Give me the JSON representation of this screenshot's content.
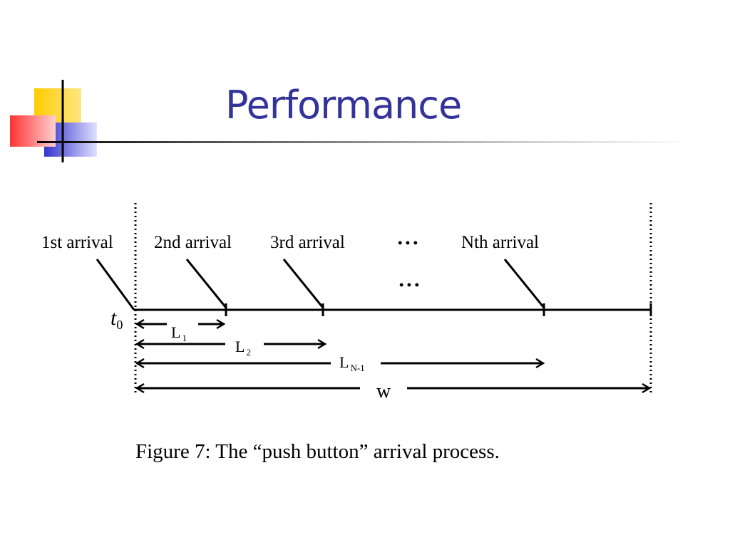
{
  "slide": {
    "title": "Performance",
    "colors": {
      "title": "#333399",
      "deco_yellow": "#FFCC00",
      "deco_red": "#FF3333",
      "deco_blue": "#3333CC"
    }
  },
  "figure": {
    "arrival_labels": [
      "1st arrival",
      "2nd arrival",
      "3rd arrival",
      "Nth arrival"
    ],
    "ellipsis": "• • •",
    "t_symbol": "t",
    "t_subscript": "0",
    "intervals": [
      {
        "base": "L",
        "subscript": "1"
      },
      {
        "base": "L",
        "subscript": "2"
      },
      {
        "base": "L",
        "subscript": "N-1"
      }
    ],
    "window_label": "w",
    "caption": "Figure 7: The “push button” arrival process."
  }
}
